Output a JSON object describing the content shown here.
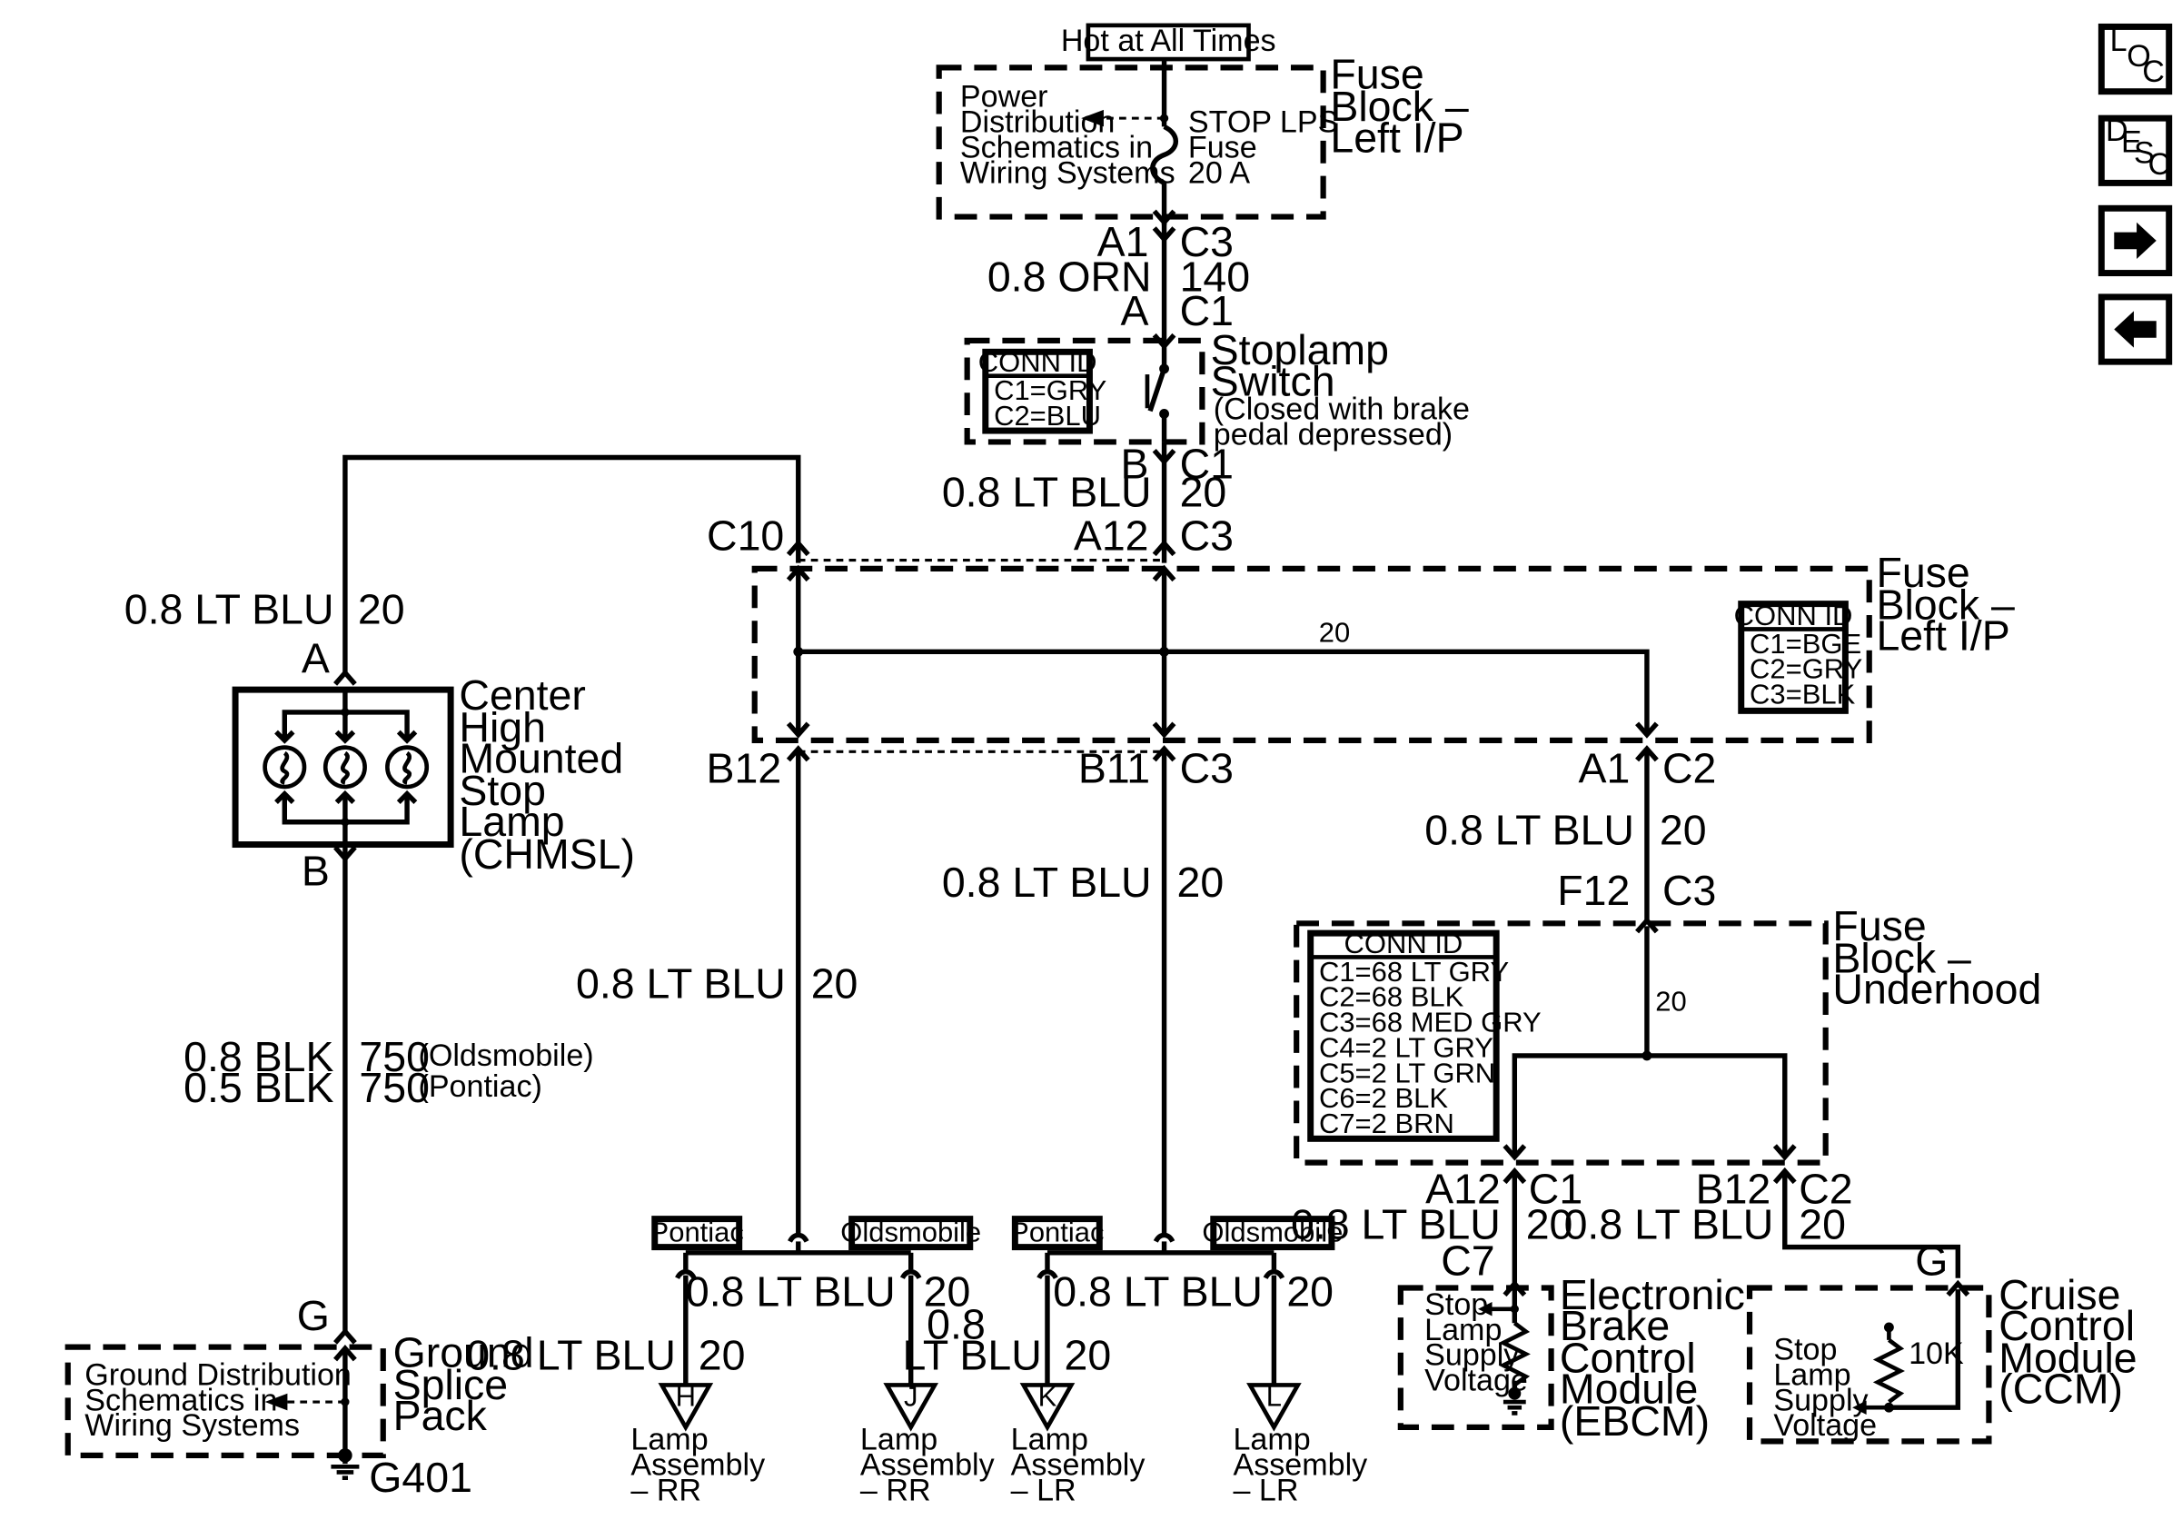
{
  "power": {
    "hot_label": "Hot at All Times",
    "fuse_block_top": [
      "Fuse",
      "Block –",
      "Left I/P"
    ],
    "power_dist": [
      "Power",
      "Distribution",
      "Schematics in",
      "Wiring Systems"
    ],
    "fuse_name": [
      "STOP LPS",
      "Fuse",
      "20 A"
    ]
  },
  "top_run": {
    "pin_a1": "A1",
    "conn_c3": "C3",
    "wire": "0.8 ORN",
    "circuit": "140",
    "pin_a": "A",
    "conn_c1": "C1"
  },
  "switch": {
    "conn_id_title": "CONN ID",
    "conn_id": [
      "C1=GRY",
      "C2=BLU"
    ],
    "name": [
      "Stoplamp",
      "Switch"
    ],
    "note": [
      "(Closed with brake",
      "pedal depressed)"
    ],
    "pin_b": "B",
    "conn_c1": "C1",
    "wire": "0.8 LT BLU",
    "circuit": "20"
  },
  "fuse_block_ip": {
    "pin_c10": "C10",
    "pin_a12": "A12",
    "conn_c3": "C3",
    "name": [
      "Fuse",
      "Block –",
      "Left I/P"
    ],
    "bus_circuit": "20",
    "conn_id_title": "CONN ID",
    "conn_id": [
      "C1=BGE",
      "C2=GRY",
      "C3=BLK"
    ],
    "pin_b12": "B12",
    "pin_b11": "B11",
    "conn_b11": "C3",
    "pin_a1": "A1",
    "conn_a1": "C2"
  },
  "chmsl": {
    "wire": "0.8 LT BLU",
    "circuit": "20",
    "pin_a": "A",
    "name": [
      "Center",
      "High",
      "Mounted",
      "Stop",
      "Lamp",
      "(CHMSL)"
    ],
    "pin_b": "B",
    "wire_old": "0.8 BLK",
    "circ_old": "750",
    "note_old": "(Oldsmobile)",
    "wire_pon": "0.5 BLK",
    "circ_pon": "750",
    "note_pon": "(Pontiac)",
    "pin_g": "G"
  },
  "ground": {
    "dist": [
      "Ground Distribution",
      "Schematics in",
      "Wiring Systems"
    ],
    "name": [
      "Ground",
      "Splice",
      "Pack"
    ],
    "id": "G401"
  },
  "rear": {
    "b12_wire": "0.8 LT BLU",
    "b12_circ": "20",
    "b11_wire": "0.8 LT BLU",
    "b11_circ": "20",
    "tag_pontiac": "Pontiac",
    "tag_olds": "Oldsmobile",
    "h_wire": "0.8 LT BLU",
    "h_circ": "20",
    "pin_h": "H",
    "lamp_h": [
      "Lamp",
      "Assembly",
      "– RR"
    ],
    "j_wire": "0.8 LT BLU",
    "j_circ": "20",
    "pin_j": "J",
    "lamp_j": [
      "Lamp",
      "Assembly",
      "– RR"
    ],
    "k_wire_a": "0.8",
    "k_wire_b": "LT BLU",
    "k_circ": "20",
    "pin_k": "K",
    "lamp_k": [
      "Lamp",
      "Assembly",
      "– LR"
    ],
    "l_wire": "0.8 LT BLU",
    "l_circ": "20",
    "pin_l": "L",
    "lamp_l": [
      "Lamp",
      "Assembly",
      "– LR"
    ]
  },
  "underhood": {
    "a1_wire": "0.8 LT BLU",
    "a1_circ": "20",
    "pin_f12": "F12",
    "conn_f12": "C3",
    "name": [
      "Fuse",
      "Block –",
      "Underhood"
    ],
    "conn_id_title": "CONN ID",
    "conn_id": [
      "C1=68 LT GRY",
      "C2=68 BLK",
      "C3=68 MED GRY",
      "C4=2 LT GRY",
      "C5=2 LT GRN",
      "C6=2 BLK",
      "C7=2 BRN"
    ],
    "bus_circuit": "20",
    "pin_a12": "A12",
    "conn_a12": "C1",
    "pin_b12": "B12",
    "conn_b12": "C2",
    "ebcm_wire": "0.8 LT BLU",
    "ebcm_circ": "20",
    "ccm_wire": "0.8 LT BLU",
    "ccm_circ": "20"
  },
  "ebcm": {
    "pin_c7": "C7",
    "inner": [
      "Stop",
      "Lamp",
      "Supply",
      "Voltage"
    ],
    "name": [
      "Electronic",
      "Brake",
      "Control",
      "Module",
      "(EBCM)"
    ]
  },
  "ccm": {
    "pin_g": "G",
    "inner": [
      "Stop",
      "Lamp",
      "Supply",
      "Voltage"
    ],
    "resistor": "10K",
    "name": [
      "Cruise",
      "Control",
      "Module",
      "(CCM)"
    ]
  },
  "nav": {
    "loc": [
      "L",
      "O",
      "C"
    ],
    "desc": [
      "D",
      "E",
      "S",
      "C"
    ]
  }
}
